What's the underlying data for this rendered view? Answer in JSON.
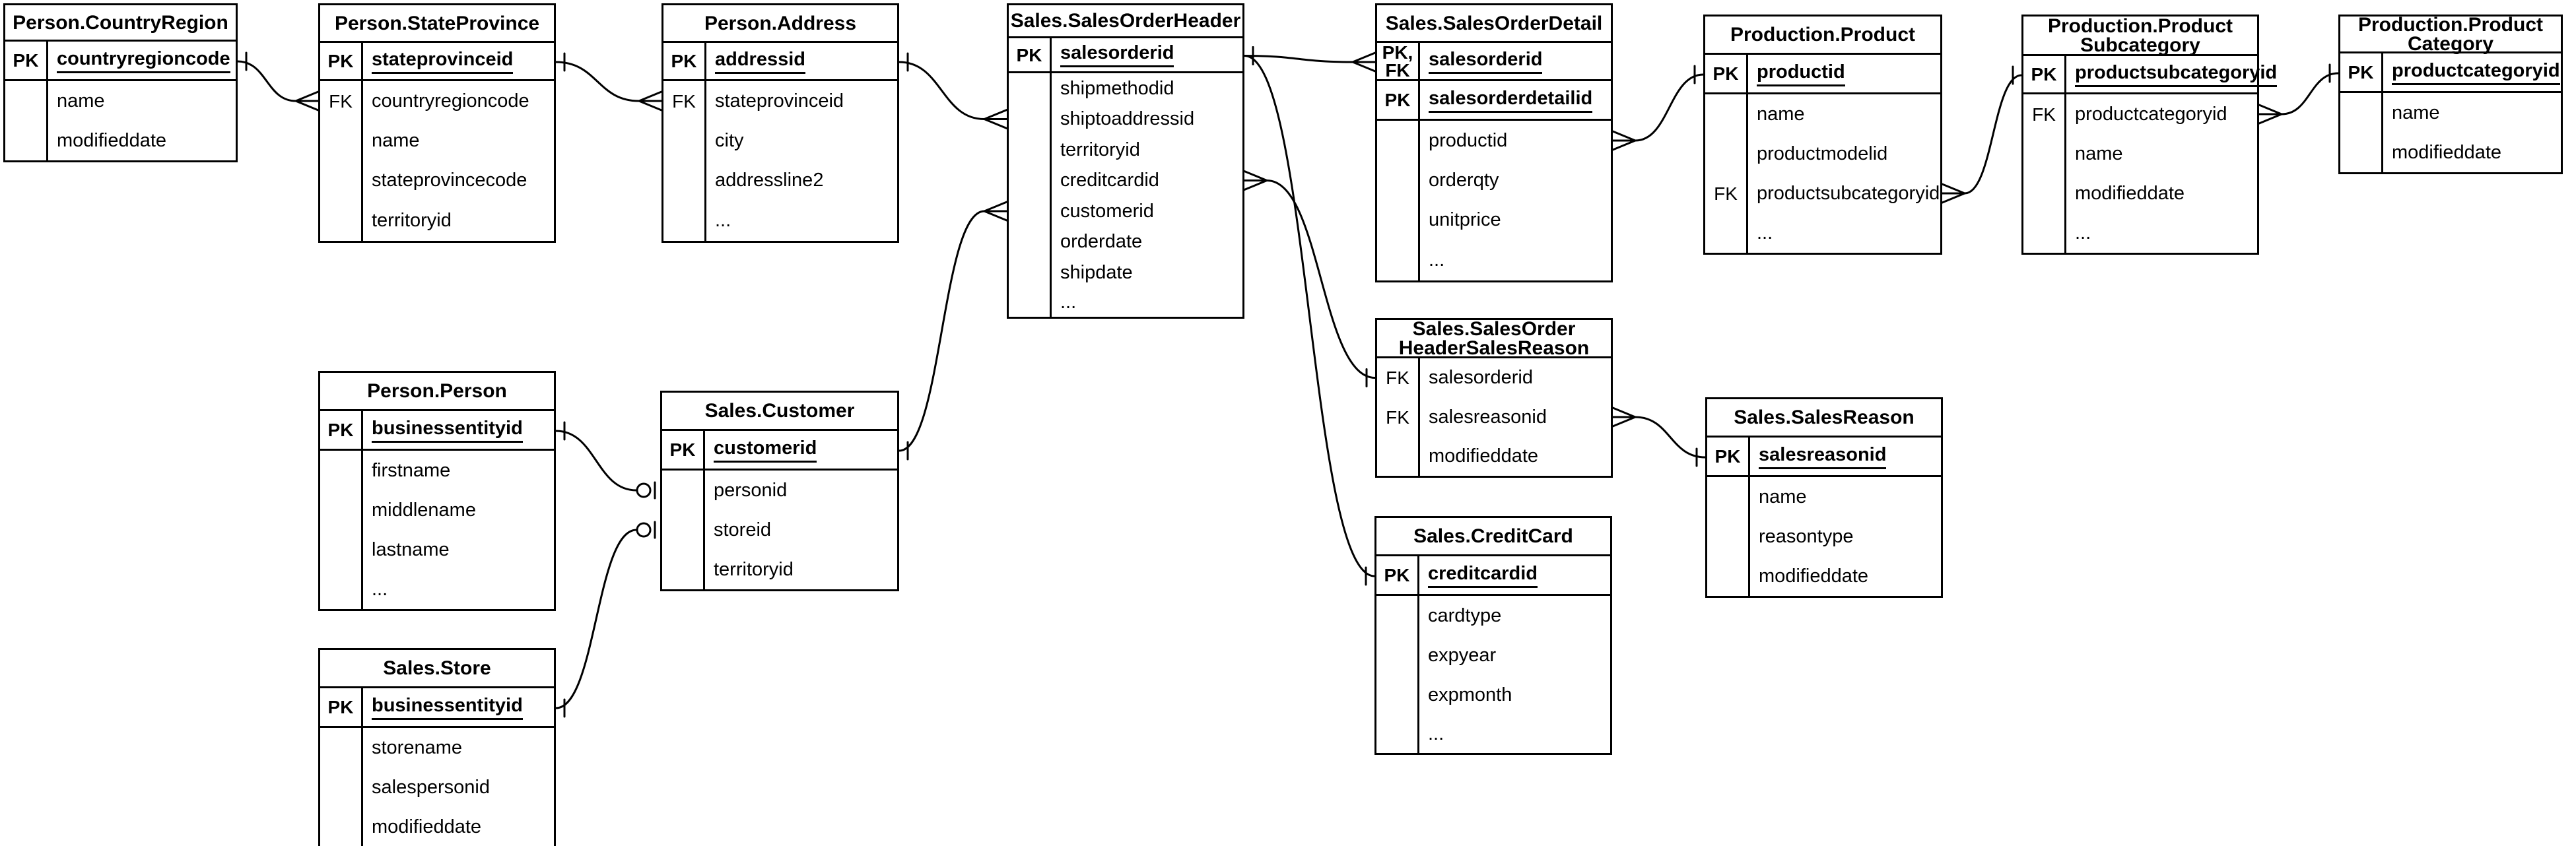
{
  "diagram_title": "AdventureWorks sales schema ER diagram",
  "notation": "crow's foot",
  "colors": {
    "line": "#000000",
    "background": "#ffffff",
    "text": "#000000"
  },
  "tables": [
    {
      "id": "countryregion",
      "title": "Person.CountryRegion",
      "rows": [
        {
          "key": "PK",
          "field": "countryregioncode",
          "pk": true
        },
        {
          "key": "",
          "field": "name"
        },
        {
          "key": "",
          "field": "modifieddate"
        }
      ]
    },
    {
      "id": "stateprovince",
      "title": "Person.StateProvince",
      "rows": [
        {
          "key": "PK",
          "field": "stateprovinceid",
          "pk": true
        },
        {
          "key": "FK",
          "field": "countryregioncode"
        },
        {
          "key": "",
          "field": "name"
        },
        {
          "key": "",
          "field": "stateprovincecode"
        },
        {
          "key": "",
          "field": "territoryid"
        }
      ]
    },
    {
      "id": "address",
      "title": "Person.Address",
      "rows": [
        {
          "key": "PK",
          "field": "addressid",
          "pk": true
        },
        {
          "key": "FK",
          "field": "stateprovinceid"
        },
        {
          "key": "",
          "field": "city"
        },
        {
          "key": "",
          "field": "addressline2"
        },
        {
          "key": "",
          "field": "..."
        }
      ]
    },
    {
      "id": "salesorderheader",
      "title": "Sales.SalesOrderHeader",
      "rows": [
        {
          "key": "PK",
          "field": "salesorderid",
          "pk": true
        },
        {
          "key": "",
          "field": "shipmethodid"
        },
        {
          "key": "",
          "field": "shiptoaddressid"
        },
        {
          "key": "",
          "field": "territoryid"
        },
        {
          "key": "",
          "field": "creditcardid"
        },
        {
          "key": "",
          "field": "customerid"
        },
        {
          "key": "",
          "field": "orderdate"
        },
        {
          "key": "",
          "field": "shipdate"
        },
        {
          "key": "",
          "field": "..."
        }
      ]
    },
    {
      "id": "salesorderdetail",
      "title": "Sales.SalesOrderDetail",
      "rows": [
        {
          "key": "PK,\nFK",
          "field": "salesorderid",
          "pk": true
        },
        {
          "key": "PK",
          "field": "salesorderdetailid",
          "pk": true
        },
        {
          "key": "",
          "field": "productid"
        },
        {
          "key": "",
          "field": "orderqty"
        },
        {
          "key": "",
          "field": "unitprice"
        },
        {
          "key": "",
          "field": "..."
        }
      ]
    },
    {
      "id": "product",
      "title": "Production.Product",
      "rows": [
        {
          "key": "PK",
          "field": "productid",
          "pk": true
        },
        {
          "key": "",
          "field": "name"
        },
        {
          "key": "",
          "field": "productmodelid"
        },
        {
          "key": "FK",
          "field": "productsubcategoryid"
        },
        {
          "key": "",
          "field": "..."
        }
      ]
    },
    {
      "id": "productsubcategory",
      "title": "Production.Product\nSubcategory",
      "rows": [
        {
          "key": "PK",
          "field": "productsubcategoryid",
          "pk": true
        },
        {
          "key": "FK",
          "field": "productcategoryid"
        },
        {
          "key": "",
          "field": "name"
        },
        {
          "key": "",
          "field": "modifieddate"
        },
        {
          "key": "",
          "field": "..."
        }
      ]
    },
    {
      "id": "productcategory",
      "title": "Production.Product\nCategory",
      "rows": [
        {
          "key": "PK",
          "field": "productcategoryid",
          "pk": true
        },
        {
          "key": "",
          "field": "name"
        },
        {
          "key": "",
          "field": "modifieddate"
        }
      ]
    },
    {
      "id": "person",
      "title": "Person.Person",
      "rows": [
        {
          "key": "PK",
          "field": "businessentityid",
          "pk": true
        },
        {
          "key": "",
          "field": "firstname"
        },
        {
          "key": "",
          "field": "middlename"
        },
        {
          "key": "",
          "field": "lastname"
        },
        {
          "key": "",
          "field": "..."
        }
      ]
    },
    {
      "id": "customer",
      "title": "Sales.Customer",
      "rows": [
        {
          "key": "PK",
          "field": "customerid",
          "pk": true
        },
        {
          "key": "",
          "field": "personid"
        },
        {
          "key": "",
          "field": "storeid"
        },
        {
          "key": "",
          "field": "territoryid"
        }
      ]
    },
    {
      "id": "store",
      "title": "Sales.Store",
      "rows": [
        {
          "key": "PK",
          "field": "businessentityid",
          "pk": true
        },
        {
          "key": "",
          "field": "storename"
        },
        {
          "key": "",
          "field": "salespersonid"
        },
        {
          "key": "",
          "field": "modifieddate"
        }
      ]
    },
    {
      "id": "salesorderheadersalesreason",
      "title": "Sales.SalesOrder\nHeaderSalesReason",
      "rows": [
        {
          "key": "FK",
          "field": "salesorderid"
        },
        {
          "key": "FK",
          "field": "salesreasonid"
        },
        {
          "key": "",
          "field": "modifieddate"
        }
      ]
    },
    {
      "id": "salesreason",
      "title": "Sales.SalesReason",
      "rows": [
        {
          "key": "PK",
          "field": "salesreasonid",
          "pk": true
        },
        {
          "key": "",
          "field": "name"
        },
        {
          "key": "",
          "field": "reasontype"
        },
        {
          "key": "",
          "field": "modifieddate"
        }
      ]
    },
    {
      "id": "creditcard",
      "title": "Sales.CreditCard",
      "rows": [
        {
          "key": "PK",
          "field": "creditcardid",
          "pk": true
        },
        {
          "key": "",
          "field": "cardtype"
        },
        {
          "key": "",
          "field": "expyear"
        },
        {
          "key": "",
          "field": "expmonth"
        },
        {
          "key": "",
          "field": "..."
        }
      ]
    }
  ],
  "relationships": [
    {
      "from": "countryregion",
      "from_field": "countryregioncode",
      "from_card": "one",
      "to": "stateprovince",
      "to_field": "countryregioncode",
      "to_card": "many"
    },
    {
      "from": "stateprovince",
      "from_field": "stateprovinceid",
      "from_card": "one",
      "to": "address",
      "to_field": "stateprovinceid",
      "to_card": "many"
    },
    {
      "from": "address",
      "from_field": "addressid",
      "from_card": "one",
      "to": "salesorderheader",
      "to_field": "shiptoaddressid",
      "to_card": "many"
    },
    {
      "from": "salesorderheader",
      "from_field": "salesorderid",
      "from_card": "one",
      "to": "salesorderdetail",
      "to_field": "salesorderid",
      "to_card": "many"
    },
    {
      "from": "salesorderheader",
      "from_field": "salesorderid",
      "from_card": "one",
      "to": "creditcard",
      "to_field": "creditcardid",
      "to_card": "one"
    },
    {
      "from": "salesorderheader",
      "from_field": "creditcardid",
      "from_card": "many",
      "to": "salesorderheadersalesreason",
      "to_field": "salesorderid",
      "to_card": "one"
    },
    {
      "from": "salesorderdetail",
      "from_field": "productid",
      "from_card": "many",
      "to": "product",
      "to_field": "productid",
      "to_card": "one"
    },
    {
      "from": "product",
      "from_field": "productsubcategoryid",
      "from_card": "many",
      "to": "productsubcategory",
      "to_field": "productsubcategoryid",
      "to_card": "one"
    },
    {
      "from": "productsubcategory",
      "from_field": "productcategoryid",
      "from_card": "many",
      "to": "productcategory",
      "to_field": "productcategoryid",
      "to_card": "one"
    },
    {
      "from": "salesorderheadersalesreason",
      "from_field": "salesreasonid",
      "from_card": "many",
      "to": "salesreason",
      "to_field": "salesreasonid",
      "to_card": "one"
    },
    {
      "from": "person",
      "from_field": "businessentityid",
      "from_card": "one",
      "to": "customer",
      "to_field": "personid",
      "to_card": "zero-one"
    },
    {
      "from": "store",
      "from_field": "businessentityid",
      "from_card": "one",
      "to": "customer",
      "to_field": "storeid",
      "to_card": "zero-one"
    },
    {
      "from": "customer",
      "from_field": "customerid",
      "from_card": "one",
      "to": "salesorderheader",
      "to_field": "customerid",
      "to_card": "many"
    }
  ]
}
